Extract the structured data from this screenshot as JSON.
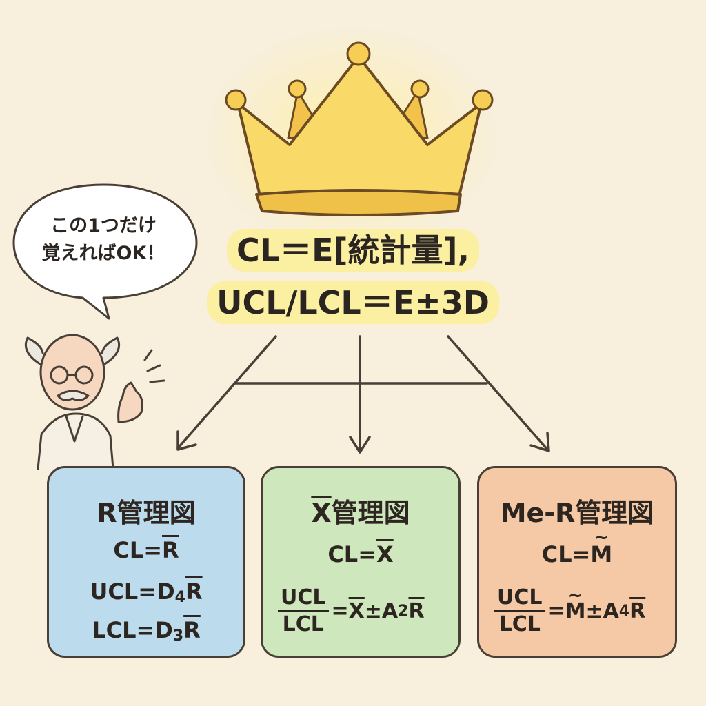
{
  "bubble": {
    "line1": "この1つだけ",
    "line2": "覚えればOK！"
  },
  "formula": {
    "line1": "CL＝E[統計量],",
    "line2": "UCL/LCL＝E±3D"
  },
  "cards": {
    "r_chart": {
      "title": "R管理図",
      "cl_prefix": "CL=",
      "cl_symbol": "R",
      "ucl_prefix": "UCL=D",
      "ucl_sub": "4",
      "ucl_symbol": "R",
      "lcl_prefix": "LCL=D",
      "lcl_sub": "3",
      "lcl_symbol": "R",
      "color": "#bcdcee"
    },
    "xbar_chart": {
      "title_symbol": "X",
      "title_rest": "管理図",
      "cl_prefix": "CL=",
      "cl_symbol": "X",
      "frac_num": "UCL",
      "frac_den": "LCL",
      "rhs_eq": "=",
      "rhs_symbol": "X",
      "rhs_pm": "±A",
      "rhs_sub": "2",
      "rhs_last": "R",
      "color": "#cfe7bd"
    },
    "me_r_chart": {
      "title": "Me-R管理図",
      "cl_prefix": "CL=",
      "cl_symbol": "M",
      "frac_num": "UCL",
      "frac_den": "LCL",
      "rhs_eq": "=",
      "rhs_symbol": "M",
      "rhs_pm": "±A",
      "rhs_sub": "4",
      "rhs_last": "R",
      "color": "#f6c9a6"
    }
  },
  "icons": {
    "crown": "crown-icon",
    "professor": "professor-illustration",
    "speech_bubble": "speech-bubble"
  }
}
